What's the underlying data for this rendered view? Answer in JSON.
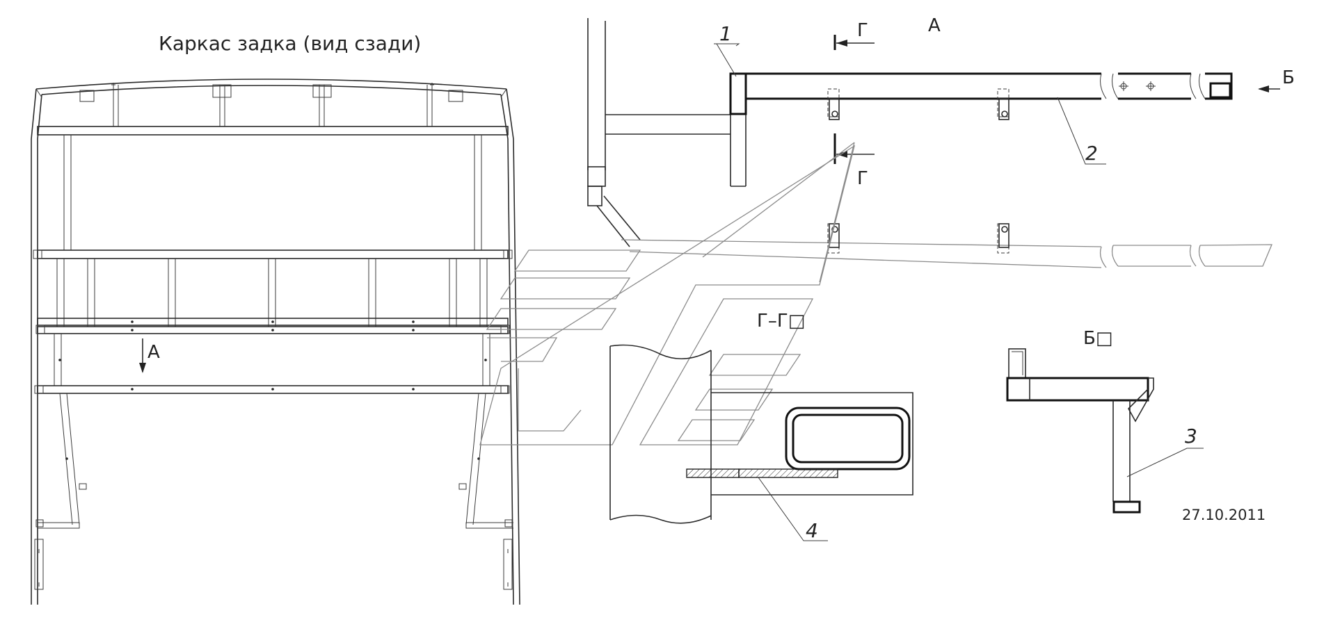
{
  "drawing": {
    "title": "Каркас задка (вид сзади)",
    "view_arrow_A": "А",
    "view_label_A": "А",
    "section_letter_top": "Г",
    "section_letter_bottom": "Г",
    "view_arrow_B": "Б",
    "section_GG": "Г–Г□",
    "view_B": "Б□",
    "callout_1": "1",
    "callout_2": "2",
    "callout_3": "3",
    "callout_4": "4",
    "date": "27.10.2011"
  }
}
